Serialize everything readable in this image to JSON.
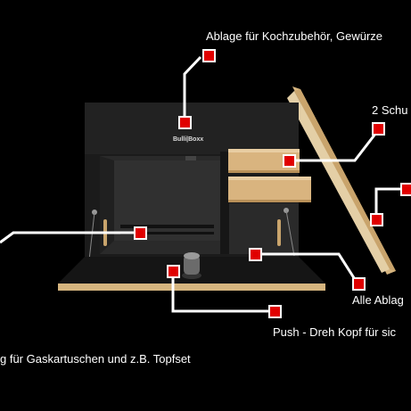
{
  "product": {
    "logo_text": "Bulli|Boxx"
  },
  "callouts": {
    "top_shelf": "Ablage für Kochzubehör, Gewürze",
    "drawers": "2 Schu",
    "all_shelves": "Alle Ablag",
    "push_knob": "Push - Dreh Kopf für sic",
    "gas_compartment": "g für Gaskartuschen und z.B. Topfset"
  },
  "colors": {
    "background": "#000000",
    "marker": "#e00000",
    "line": "#ffffff",
    "cabinet": "#1c1c1c",
    "wood": "#d9b98a"
  }
}
